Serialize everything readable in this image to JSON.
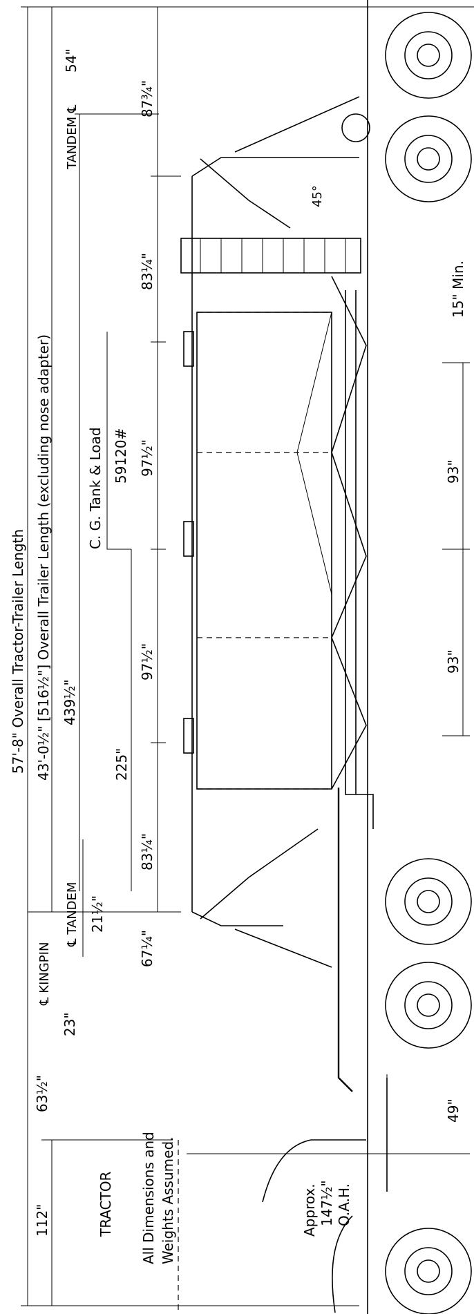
{
  "labels": {
    "overall_tractor_trailer": "57'-8\" Overall Tractor-Trailer Length",
    "overall_trailer": "43'-0½\" [516½\"] Overall Trailer Length (excluding nose adapter)",
    "tandem_cl": "TANDEM ℄",
    "dim_54": "54\"",
    "dim_87_75": "87¾\"",
    "angle_45": "45°",
    "dim_83_25_top": "83¼\"",
    "min_15": "15\" Min.",
    "cg_title": "C. G. Tank & Load",
    "cg_weight": "59120#",
    "dim_97_5_a": "97½\"",
    "dim_93_a": "93\"",
    "dim_439_5": "439½\"",
    "dim_97_5_b": "97½\"",
    "dim_93_b": "93\"",
    "dim_225": "225\"",
    "dim_83_25_bottom": "83¼\"",
    "cl_tandem": "℄ TANDEM",
    "dim_21_5": "21½\"",
    "cl_kingpin": "℄ KINGPIN",
    "dim_67_25": "67¼\"",
    "dim_23": "23\"",
    "dim_63_5": "63½\"",
    "dim_49": "49\"",
    "dim_112": "112\"",
    "tractor": "TRACTOR",
    "assumed_line1": "All Dimensions and",
    "assumed_line2": "Weights Assumed.",
    "oah_line1": "Approx.",
    "oah_line2": "147½\"",
    "oah_line3": "O.A.H."
  }
}
